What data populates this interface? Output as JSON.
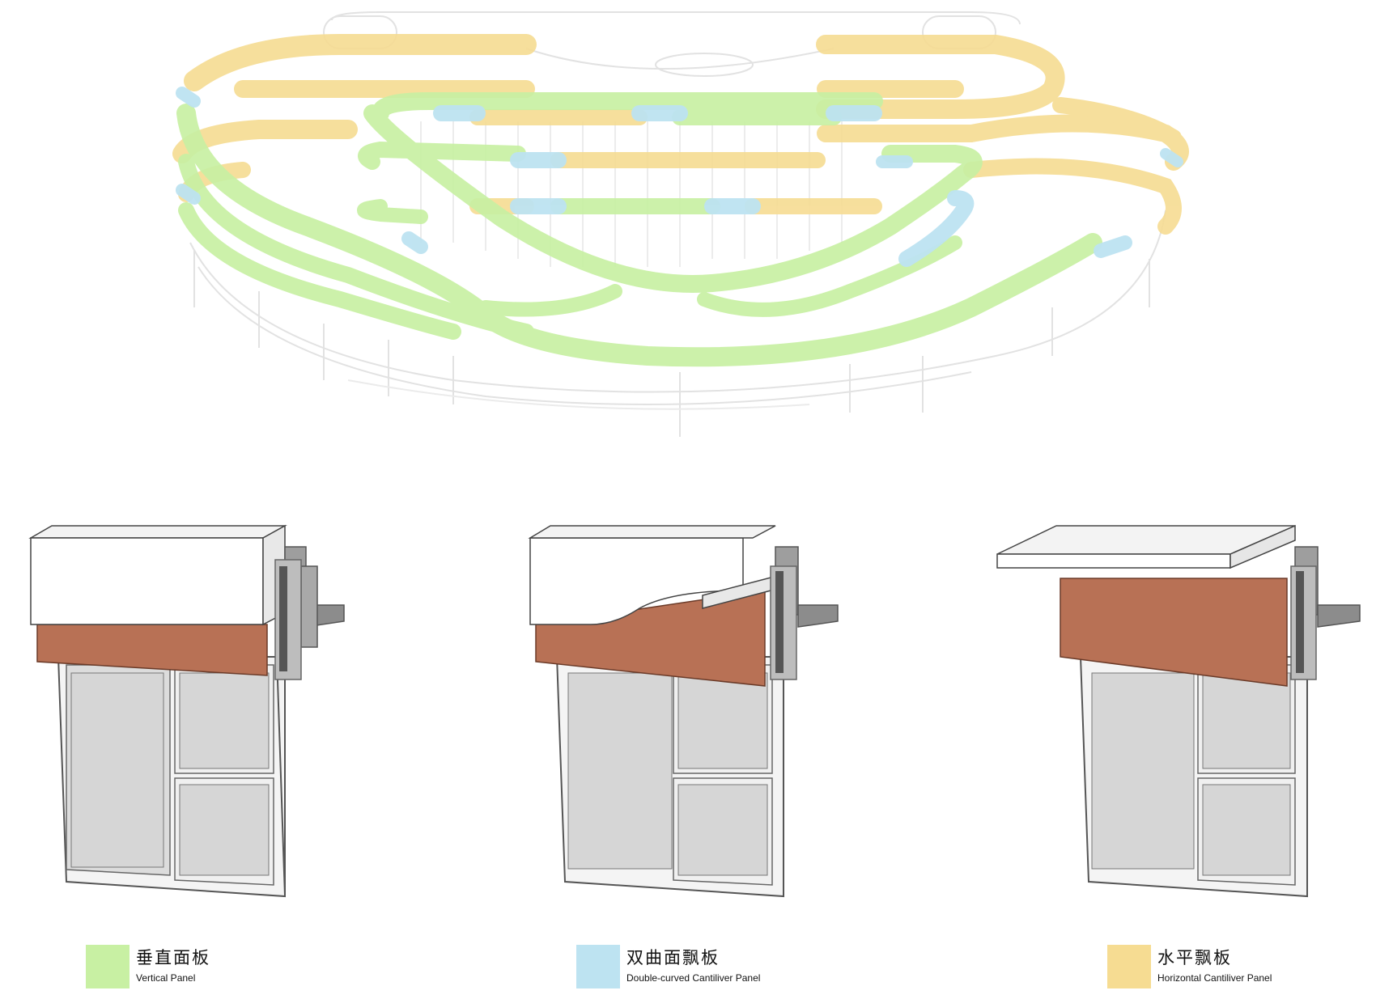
{
  "colors": {
    "vertical": "#c8f0a3",
    "double_curved": "#bde3f1",
    "horizontal": "#f6dc92",
    "brick": "#b87155",
    "glass": "#d9d9d9",
    "concrete": "#a8a8a8"
  },
  "legend": [
    {
      "zh": "垂直面板",
      "en": "Vertical Panel",
      "color_key": "vertical"
    },
    {
      "zh": "双曲面飘板",
      "en": "Double-curved Cantiliver Panel",
      "color_key": "double_curved"
    },
    {
      "zh": "水平飘板",
      "en": "Horizontal Cantiliver Panel",
      "color_key": "horizontal"
    }
  ]
}
